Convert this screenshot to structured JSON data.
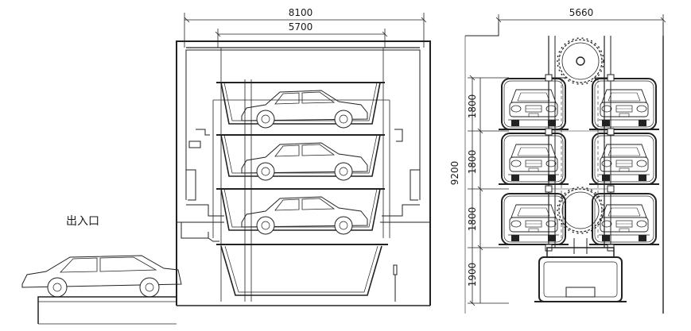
{
  "side_view": {
    "width_outer": "8100",
    "width_inner": "5700",
    "entrance_label": "出入口"
  },
  "front_view": {
    "width_total": "5660",
    "height_total": "9200",
    "level_heights": [
      "1800",
      "1800",
      "1800",
      "1900"
    ]
  }
}
